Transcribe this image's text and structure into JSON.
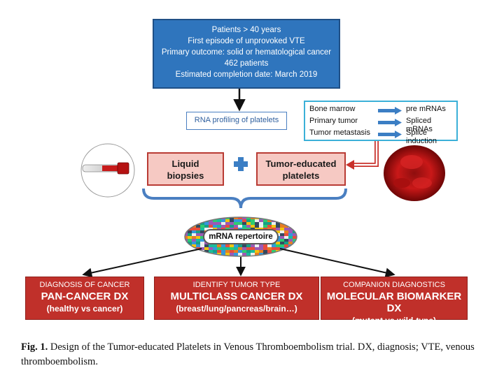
{
  "patients": {
    "lines": [
      "Patients > 40 years",
      "First episode of unprovoked VTE",
      "Primary outcome: solid or hematological cancer",
      "462 patients",
      "Estimated completion date: March 2019"
    ]
  },
  "rna_profiling": "RNA profiling of platelets",
  "origins": [
    {
      "source": "Bone marrow",
      "result": "pre mRNAs"
    },
    {
      "source": "Primary tumor",
      "result": "Spliced mRNAs"
    },
    {
      "source": "Tumor metastasis",
      "result": "Splice induction"
    }
  ],
  "liquid": {
    "line1": "Liquid",
    "line2": "biopsies"
  },
  "teb": {
    "line1": "Tumor-educated",
    "line2": "platelets"
  },
  "mrna_repertoire": "mRNA repertoire",
  "outcomes": [
    {
      "heading": "DIAGNOSIS OF CANCER",
      "title": "PAN-CANCER DX",
      "detail": "(healthy vs cancer)"
    },
    {
      "heading": "IDENTIFY TUMOR TYPE",
      "title": "MULTICLASS CANCER DX",
      "detail": "(breast/lung/pancreas/brain…)"
    },
    {
      "heading": "COMPANION DIAGNOSTICS",
      "title": "MOLECULAR BIOMARKER DX",
      "detail": "(mutant vs wild-type)"
    }
  ],
  "caption": {
    "label": "Fig. 1.",
    "text": " Design of the Tumor-educated Platelets in Venous Thromboembolism trial. DX, diagnosis;  VTE, venous thromboembolism."
  },
  "colors": {
    "blue_box": "#2f75bd",
    "pink_box": "#f6c9c3",
    "red_box": "#c0302a",
    "cyan_border": "#3bb0d8"
  }
}
